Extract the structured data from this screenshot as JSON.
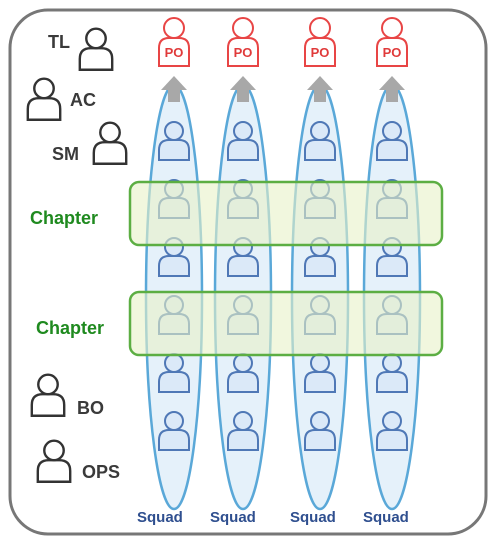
{
  "roles_top": [
    {
      "label": "TL"
    },
    {
      "label": "AC"
    },
    {
      "label": "SM"
    }
  ],
  "roles_bottom": [
    {
      "label": "BO"
    },
    {
      "label": "OPS"
    }
  ],
  "product_owner_label": "PO",
  "chapter_label": "Chapter",
  "squad_label": "Squad",
  "squad_count": 4,
  "members_per_squad": 6,
  "chapter_count": 2,
  "colors": {
    "frame": "#777777",
    "squad_fill": "#cfe6f5",
    "squad_stroke": "#5aa8d8",
    "person_fill": "#dbe9f8",
    "person_stroke": "#4f78b6",
    "po": "#e84545",
    "arrow": "#a8a8a8",
    "chapter_fill": "#e8f1c8",
    "chapter_stroke": "#5cae43",
    "chapter_text": "#1f8a1f",
    "squad_text": "#2f4f8f",
    "role_stroke": "#333333"
  }
}
